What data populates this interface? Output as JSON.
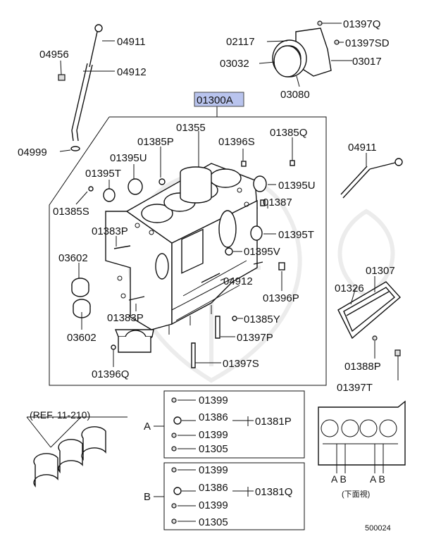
{
  "highlight": "01300A",
  "labels": {
    "p01397q": "01397Q",
    "p02117": "02117",
    "p01397sd": "01397SD",
    "p03032": "03032",
    "p03017": "03017",
    "p03080": "03080",
    "p04911a": "04911",
    "p04956": "04956",
    "p04912a": "04912",
    "p04999": "04999",
    "p01355": "01355",
    "p01385p": "01385P",
    "p01396s": "01396S",
    "p01385q": "01385Q",
    "p01395u_l": "01395U",
    "p01395t_l": "01395T",
    "p01395u_r": "01395U",
    "p01385s": "01385S",
    "p01387": "01387",
    "p01383p_a": "01383P",
    "p01395t_r": "01395T",
    "p01395v": "01395V",
    "p03602a": "03602",
    "p04912b": "04912",
    "p01396p": "01396P",
    "p01383p_b": "01383P",
    "p01385y": "01385Y",
    "p03602b": "03602",
    "p01397p": "01397P",
    "p01396q": "01396Q",
    "p01397s": "01397S",
    "p04911b": "04911",
    "p01307": "01307",
    "p01326": "01326",
    "p01388p": "01388P",
    "p01397t": "01397T",
    "ref": "(REF. 11-210)",
    "a_01399a": "01399",
    "a_01386": "01386",
    "a_01381p": "01381P",
    "a_01399b": "01399",
    "a_01305": "01305",
    "b_01399a": "01399",
    "b_01386": "01386",
    "b_01381q": "01381Q",
    "b_01399b": "01399",
    "b_01305": "01305",
    "group_a": "A",
    "group_b": "B",
    "view_ab1": "A B",
    "view_ab2": "A B",
    "view_caption": "(下面視)",
    "code": "500024"
  }
}
